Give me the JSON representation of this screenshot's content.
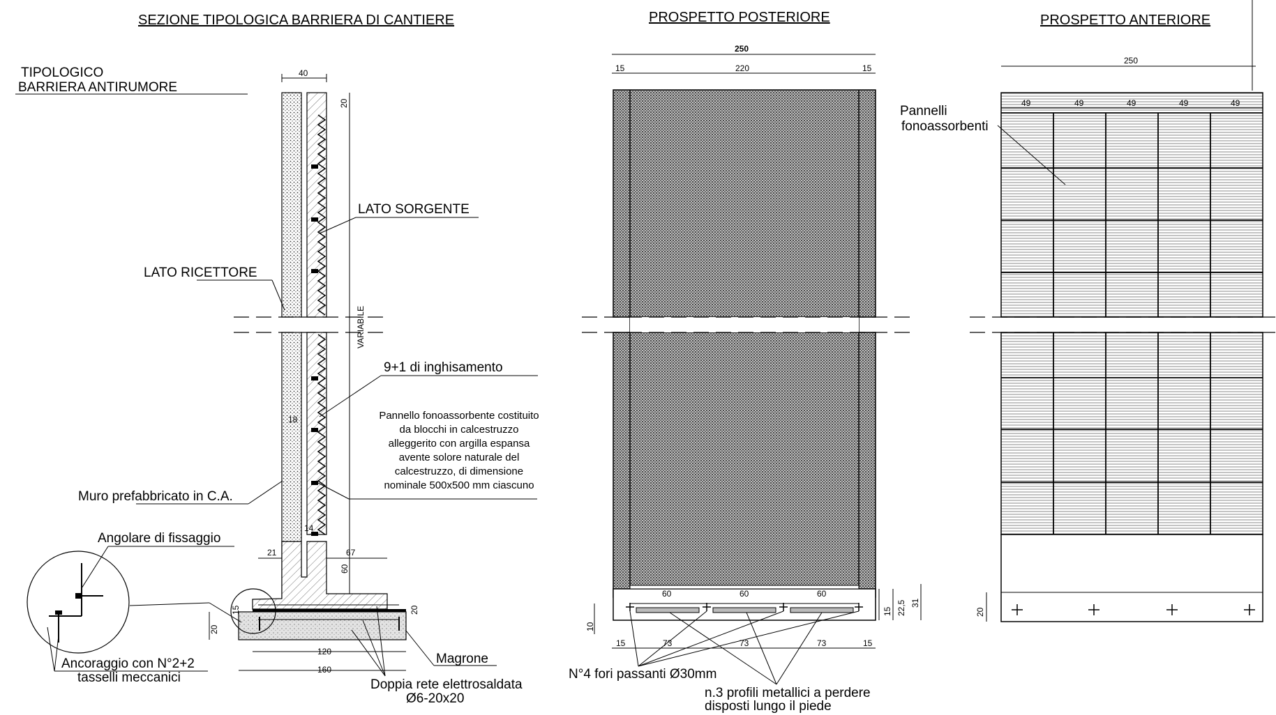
{
  "views": {
    "section": {
      "title": "SEZIONE TIPOLOGICA BARRIERA DI CANTIERE",
      "typology": [
        "TIPOLOGICO",
        "BARRIERA ANTIRUMORE"
      ],
      "labels": {
        "lato_sorgente": "LATO SORGENTE",
        "lato_ricettore": "LATO RICETTORE",
        "inghisamento": "9+1 di inghisamento",
        "muro": "Muro prefabbricato in C.A.",
        "angolare": "Angolare di fissaggio",
        "ancoraggio": [
          "Ancoraggio con N°2+2",
          "tasselli meccanici"
        ],
        "magrone": "Magrone",
        "rete": [
          "Doppia rete elettrosaldata",
          "Ø6-20x20"
        ],
        "variabile": "VARIABILE"
      },
      "panel_note": [
        "Pannello fonoassorbente costituito",
        "da blocchi in calcestruzzo",
        "alleggerito con argilla espansa",
        "avente solore naturale del",
        "calcestruzzo, di dimensione",
        "nominale 500x500 mm ciascuno"
      ],
      "dims": {
        "top_width": "40",
        "top_height": "20",
        "d18": "18",
        "d14": "14",
        "d21": "21",
        "d67": "67",
        "d60": "60",
        "d20a": "20",
        "d15": "15",
        "d20b": "20",
        "base_120": "120",
        "base_160": "160"
      }
    },
    "rear": {
      "title": "PROSPETTO POSTERIORE",
      "dims": {
        "total": "250",
        "left": "15",
        "mid": "220",
        "right": "15",
        "slot1": "60",
        "slot2": "60",
        "slot3": "60",
        "b_left": "15",
        "b1": "73",
        "b2": "73",
        "b3": "73",
        "b_right": "15",
        "h10": "10",
        "h15": "15",
        "h22_5": "22,5",
        "h31": "31"
      },
      "labels": {
        "fori": "N°4 fori passanti Ø30mm",
        "profili": [
          "n.3 profili metallici a perdere",
          "disposti lungo il piede"
        ]
      }
    },
    "front": {
      "title": "PROSPETTO ANTERIORE",
      "dims": {
        "total": "250",
        "cols": [
          "49",
          "49",
          "49",
          "49",
          "49"
        ],
        "h20": "20"
      },
      "labels": {
        "pannelli": [
          "Pannelli",
          "fonoassorbenti"
        ]
      }
    }
  }
}
